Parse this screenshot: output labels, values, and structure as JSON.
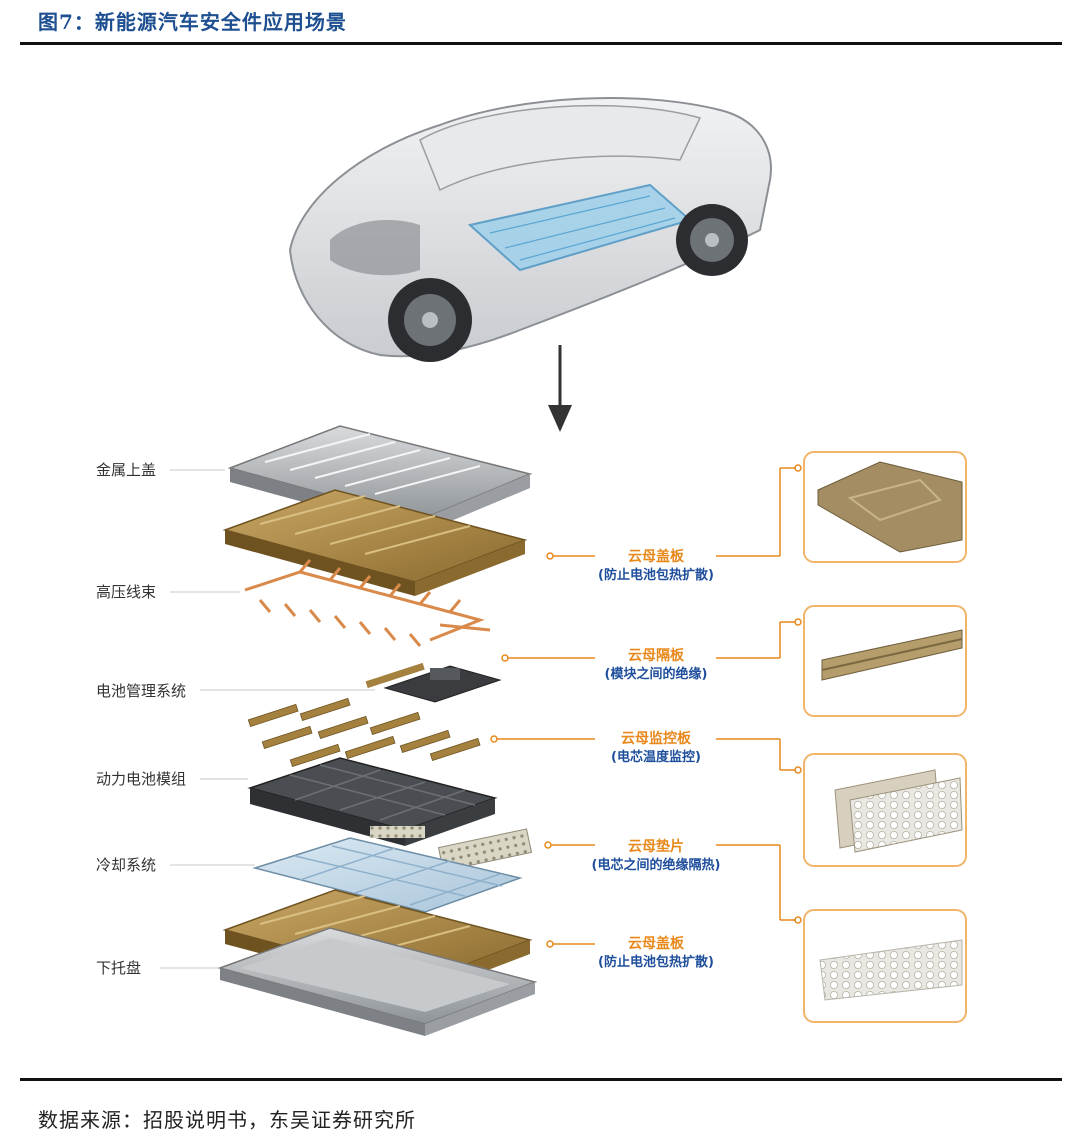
{
  "figure": {
    "title": "图7：新能源汽车安全件应用场景"
  },
  "source": "数据来源：招股说明书，东吴证券研究所",
  "layers": [
    {
      "label": "金属上盖"
    },
    {
      "label": "高压线束"
    },
    {
      "label": "电池管理系统"
    },
    {
      "label": "动力电池模组"
    },
    {
      "label": "冷却系统"
    },
    {
      "label": "下托盘"
    }
  ],
  "annotations": [
    {
      "title": "云母盖板",
      "subtitle": "(防止电池包热扩散)"
    },
    {
      "title": "云母隔板",
      "subtitle": "(模块之间的绝缘)"
    },
    {
      "title": "云母监控板",
      "subtitle": "(电芯温度监控)"
    },
    {
      "title": "云母垫片",
      "subtitle": "(电芯之间的绝缘隔热)"
    },
    {
      "title": "云母盖板",
      "subtitle": "(防止电池包热扩散)"
    }
  ],
  "colors": {
    "title": "#1d4f91",
    "accent": "#e8891c",
    "annotation_sub": "#1f4f9c",
    "mica": "#a5813f"
  }
}
